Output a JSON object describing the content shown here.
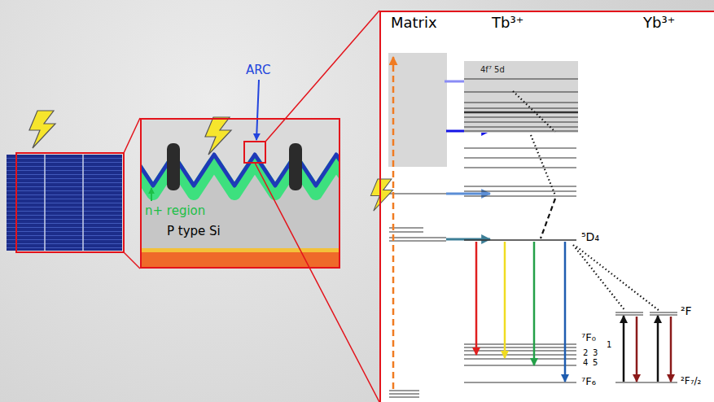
{
  "diagram": {
    "nodes": [
      {
        "text": [
          "n+ region",
          "P type Si"
        ]
      },
      {
        "text": [
          "Matrix",
          "Tb³⁺",
          "Yb³⁺",
          "4f⁷ 5d",
          "⁵D₄",
          "⁷F₀",
          "1",
          "2",
          "3",
          "4",
          "5",
          "⁷F₆",
          "²F",
          "²F₇/₂"
        ]
      }
    ],
    "labels": [
      "ARC"
    ]
  }
}
